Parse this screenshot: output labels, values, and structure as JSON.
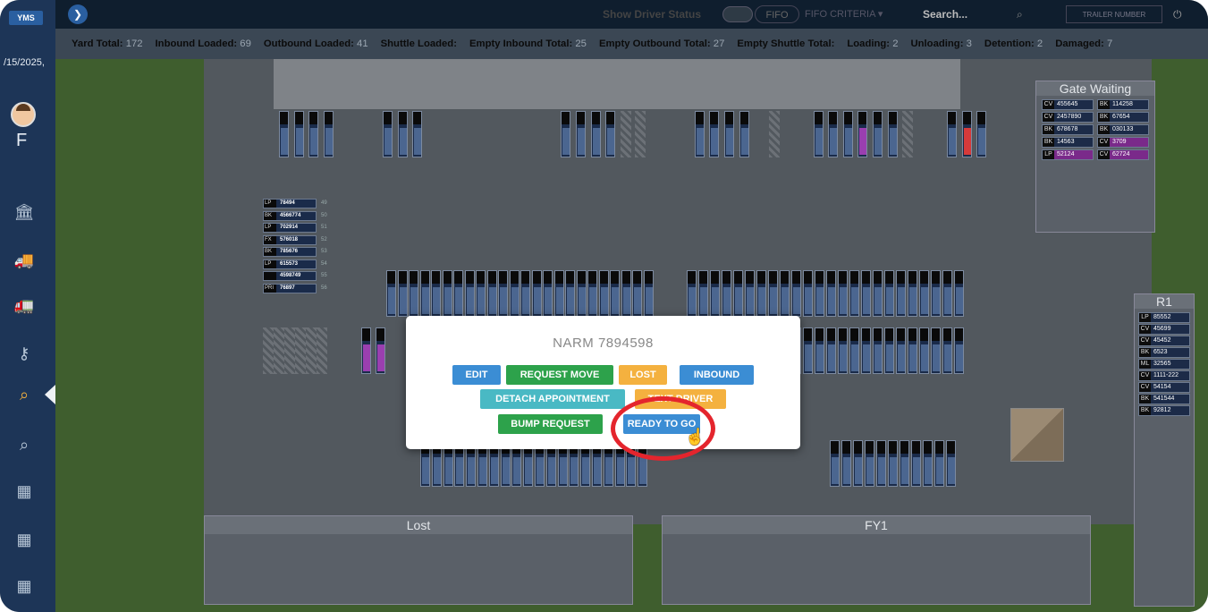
{
  "sidebar": {
    "logo": "YMS",
    "date": "/15/2025,",
    "initial": "F"
  },
  "topbar": {
    "show_driver_status": "Show Driver Status",
    "fifo": "FIFO",
    "fifo_criteria": "FIFO CRITERIA",
    "search_placeholder": "Search...",
    "trailer_number_placeholder": "TRAILER NUMBER"
  },
  "stats": [
    {
      "label": "Yard Total:",
      "value": "172"
    },
    {
      "label": "Inbound Loaded:",
      "value": "69"
    },
    {
      "label": "Outbound Loaded:",
      "value": "41"
    },
    {
      "label": "Shuttle Loaded:",
      "value": ""
    },
    {
      "label": "Empty Inbound Total:",
      "value": "25"
    },
    {
      "label": "Empty Outbound Total:",
      "value": "27"
    },
    {
      "label": "Empty Shuttle Total:",
      "value": ""
    },
    {
      "label": "Loading:",
      "value": "2"
    },
    {
      "label": "Unloading:",
      "value": "3"
    },
    {
      "label": "Detention:",
      "value": "2"
    },
    {
      "label": "Damaged:",
      "value": "7"
    }
  ],
  "panels": {
    "gate_waiting": {
      "title": "Gate Waiting",
      "rows": [
        [
          {
            "t": "CV",
            "n": "455645"
          },
          {
            "t": "BK",
            "n": "114258"
          }
        ],
        [
          {
            "t": "CV",
            "n": "2457890"
          },
          {
            "t": "BK",
            "n": "67654"
          }
        ],
        [
          {
            "t": "BK",
            "n": "678678"
          },
          {
            "t": "BK",
            "n": "030133"
          }
        ],
        [
          {
            "t": "BK",
            "n": "14563"
          },
          {
            "t": "CV",
            "n": "3709"
          }
        ],
        [
          {
            "t": "LP",
            "n": "52124"
          },
          {
            "t": "CV",
            "n": "62724"
          }
        ]
      ]
    },
    "r1": {
      "title": "R1",
      "rows": [
        {
          "t": "LP",
          "n": "85552"
        },
        {
          "t": "CV",
          "n": "45699"
        },
        {
          "t": "CV",
          "n": "45452"
        },
        {
          "t": "BK",
          "n": "6523"
        },
        {
          "t": "ML",
          "n": "32565"
        },
        {
          "t": "CV",
          "n": "1111-222"
        },
        {
          "t": "CV",
          "n": "54154"
        },
        {
          "t": "BK",
          "n": "541544"
        },
        {
          "t": "BK",
          "n": "92812"
        }
      ]
    },
    "lost": {
      "title": "Lost"
    },
    "fy1": {
      "title": "FY1"
    }
  },
  "left_rows": [
    {
      "t": "LP",
      "n": "78494",
      "slot": "49"
    },
    {
      "t": "BK",
      "n": "4566774",
      "slot": "50"
    },
    {
      "t": "LP",
      "n": "702914",
      "slot": "51"
    },
    {
      "t": "FX",
      "n": "576018",
      "slot": "52"
    },
    {
      "t": "BK",
      "n": "785676",
      "slot": "53"
    },
    {
      "t": "LP",
      "n": "615573",
      "slot": "54"
    },
    {
      "t": "",
      "n": "4598749",
      "slot": "55"
    },
    {
      "t": "PRI",
      "n": "76897",
      "slot": "56"
    }
  ],
  "modal": {
    "title": "NARM 7894598",
    "buttons": {
      "edit": "EDIT",
      "request_move": "REQUEST MOVE",
      "lost": "LOST",
      "inbound": "INBOUND",
      "detach": "DETACH APPOINTMENT",
      "text_driver": "TEXT DRIVER",
      "bump": "BUMP REQUEST",
      "ready": "READY TO GO"
    }
  },
  "colors": {
    "accent_blue": "#3b8dd4",
    "green": "#2da24b",
    "yellow": "#f4b13f",
    "teal": "#49b9c4",
    "highlight_red": "#e4252d"
  }
}
